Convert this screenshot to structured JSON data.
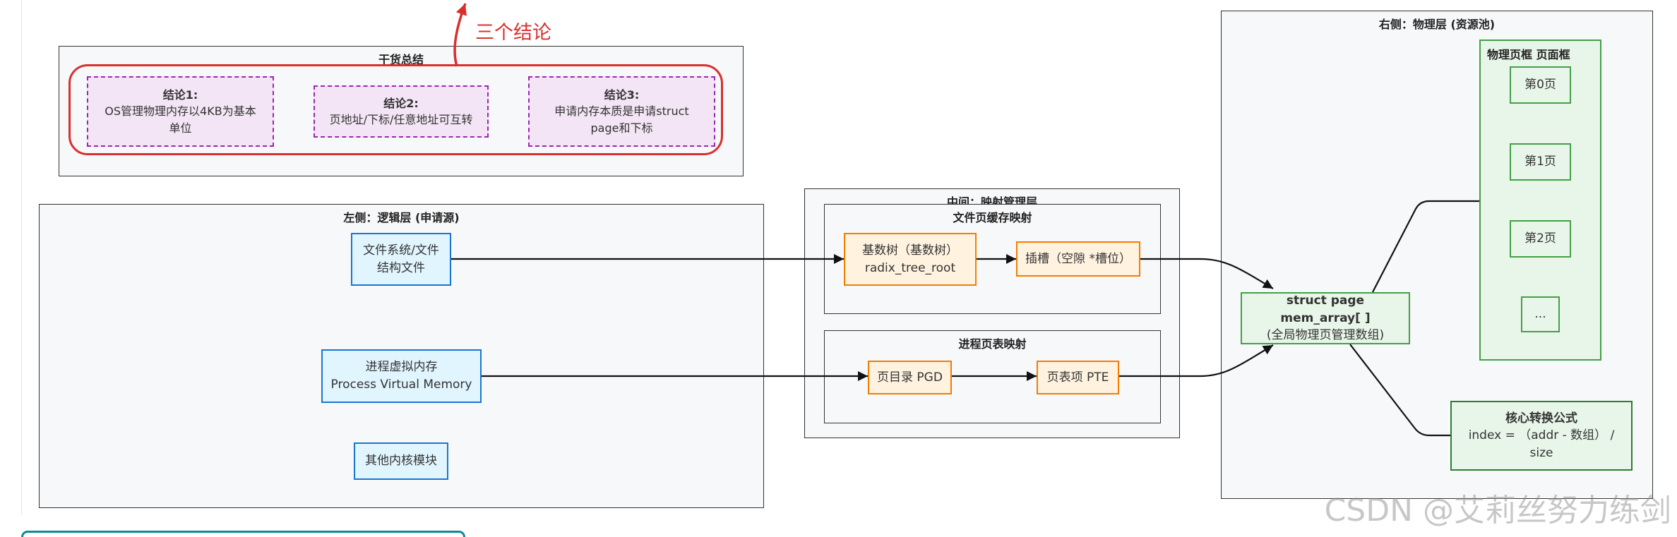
{
  "annotation": {
    "label": "三个结论"
  },
  "summary": {
    "title": "干货总结",
    "conclusions": [
      {
        "title": "结论1:",
        "text": "OS管理物理内存以4KB为基本单位"
      },
      {
        "title": "结论2:",
        "text": "页地址/下标/任意地址可互转"
      },
      {
        "title": "结论3:",
        "text": "申请内存本质是申请struct page和下标"
      }
    ]
  },
  "left_layer": {
    "title": "左侧：逻辑层 (申请源)",
    "file_system": {
      "lines": [
        "文件系统/文件",
        "结构文件"
      ]
    },
    "process_virtual_memory": {
      "lines": [
        "进程虚拟内存",
        "Process Virtual Memory"
      ]
    },
    "other_kernel_modules": {
      "label": "其他内核模块"
    }
  },
  "middle_layer": {
    "title": "中间：映射管理层",
    "page_cache_mapping": {
      "title": "文件页缓存映射",
      "radix_tree": {
        "lines": [
          "基数树（基数树）",
          "radix_tree_root"
        ]
      },
      "slot": {
        "label": "插槽（空隙 *槽位）"
      }
    },
    "page_table_mapping": {
      "title": "进程页表映射",
      "pgd": {
        "label": "页目录 PGD"
      },
      "pte": {
        "label": "页表项 PTE"
      }
    }
  },
  "right_layer": {
    "title": "右侧：物理层 (资源池)",
    "page_frames": {
      "title": "物理页框 页面框",
      "pages": [
        "第0页",
        "第1页",
        "第2页",
        "..."
      ]
    },
    "mem_array": {
      "title": "struct page mem_array[ ]",
      "subtitle": "(全局物理页管理数组)"
    },
    "formula": {
      "title": "核心转换公式",
      "text": "index = （addr - 数组） / size"
    }
  },
  "watermark": {
    "text": "CSDN @艾莉丝努力练剑"
  },
  "colors": {
    "logic_node_fill": "#e1f5fe",
    "logic_node_border": "#1976d2",
    "mapping_node_fill": "#fff3e0",
    "mapping_node_border": "#f57c00",
    "physical_node_fill": "#e8f5e9",
    "physical_node_border": "#43a047",
    "conclusion_fill": "#f3e5f5",
    "conclusion_border": "#9c27b0",
    "panel_fill": "#f7f8f9",
    "panel_border": "#333333",
    "arrow": "#111111",
    "annotation": "#d9302c"
  }
}
